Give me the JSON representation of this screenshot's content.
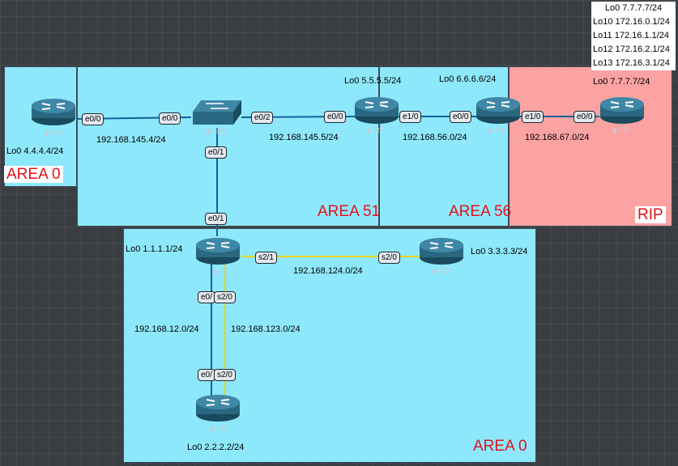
{
  "areas": {
    "left": "AREA 0",
    "area51": "AREA 51",
    "area56": "AREA 56",
    "rip": "RIP",
    "bottom": "AREA 0"
  },
  "devices": {
    "r4": "R4",
    "sw": "SW",
    "r5": "R5",
    "r6": "R6",
    "r7": "R7",
    "r1": "R1",
    "r3": "R3",
    "r2": "R2"
  },
  "loopbacks": {
    "r4": "Lo0 4.4.4.4/24",
    "r5": "Lo0 5.5.5.5/24",
    "r6": "Lo0 6.6.6.6/24",
    "r7": "Lo0 7.7.7.7/24",
    "r1": "Lo0 1.1.1.1/24",
    "r3": "Lo0 3.3.3.3/24",
    "r2": "Lo0 2.2.2.2/24"
  },
  "rip_loopback_note": [
    "Lo0 7.7.7.7/24",
    "Lo10 172.16.0.1/24",
    "Lo11 172.16.1.1/24",
    "Lo12 172.16.2.1/24",
    "Lo13 172.16.3.1/24"
  ],
  "subnets": {
    "r4_sw": "192.168.145.4/24",
    "sw_r5": "192.168.145.5/24",
    "r5_r6": "192.168.56.0/24",
    "r6_r7": "192.168.67.0/24",
    "r1_r3": "192.168.124.0/24",
    "r1_r2_eth": "192.168.12.0/24",
    "r1_r2_serial": "192.168.123.0/24"
  },
  "ports": {
    "r4_e00": "e0/0",
    "sw_e00": "e0/0",
    "sw_e02": "e0/2",
    "r5_e00": "e0/0",
    "r5_e10": "e1/0",
    "r6_e00": "e0/0",
    "r6_e10": "e1/0",
    "r7_e00": "e0/0",
    "sw_e01": "e0/1",
    "r1_e01": "e0/1",
    "r1_s21": "s2/1",
    "r3_s20": "s2/0",
    "r1_e0": "e0/",
    "r1_s20": "s2/0",
    "r2_e0": "e0/",
    "r2_s20": "s2/0"
  },
  "colors": {
    "area_fill": "#8ee8fb",
    "rip_fill": "#fba3a3",
    "ethernet_link": "#14609e",
    "serial_link": "#e9d21a",
    "area_label": "#e1121b"
  }
}
